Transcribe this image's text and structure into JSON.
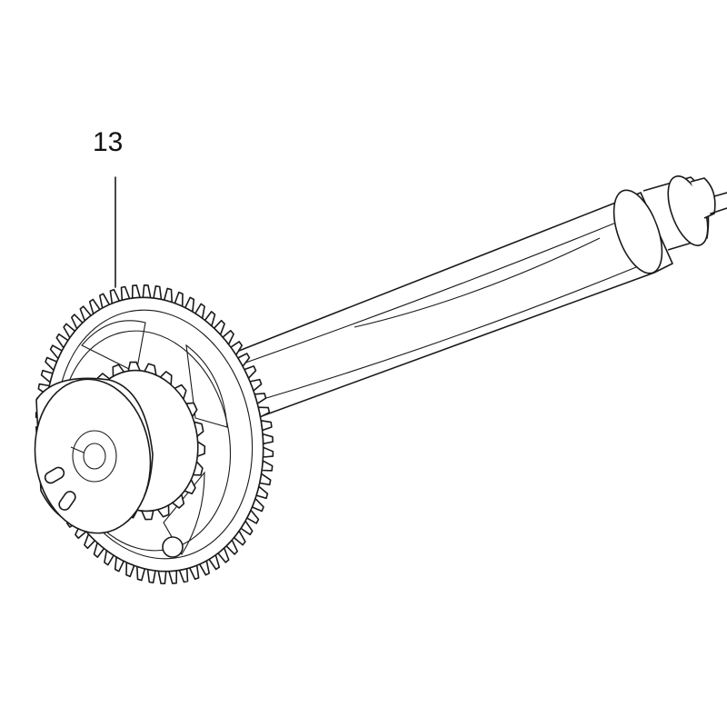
{
  "callouts": [
    {
      "label": "13"
    }
  ],
  "colors": {
    "ink": "#1a1a1a",
    "paper": "#ffffff"
  },
  "parts": [
    "gear-wheel",
    "drive-shaft",
    "pinion-hub",
    "shaft-end-bearing"
  ]
}
